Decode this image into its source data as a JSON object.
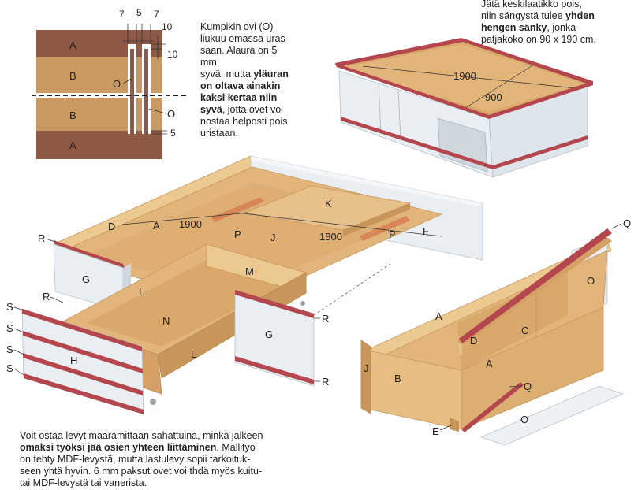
{
  "text_top_middle": {
    "l1": "Kumpikin ovi (O)",
    "l2": "liukuu omassa uras-",
    "l3": "saan. Alaura on 5 mm",
    "l4a": "syvä, mutta ",
    "l4b": "yläuran",
    "l5": "on oltava ainakin",
    "l6": "kaksi kertaa niin",
    "l7a": "syvä",
    "l7b": ", jotta ovet voi",
    "l8": "nostaa helposti pois",
    "l9": "uristaan."
  },
  "text_top_right": {
    "l1": "Jätä keskilaatikko pois,",
    "l2a": "niin sängystä tulee ",
    "l2b": "yhden",
    "l3a": "hengen sänky",
    "l3b": ", jonka",
    "l4": "patjakoko on 90 x 190 cm."
  },
  "text_bottom_left": {
    "l1": "Voit ostaa levyt määrämittaan sahattuina, minkä jälkeen",
    "l2a": "omaksi työksi jää osien yhteen liittäminen",
    "l2b": ". Mallityö",
    "l3": "on tehty MDF-levystä, mutta lastulevy sopii tarkoituk-",
    "l4": "seen yhtä hyvin. 6 mm paksut ovet voi thdä myös kuitu-",
    "l5": "tai MDF-levystä tai vanerista."
  },
  "detail": {
    "dims": [
      "7",
      "5",
      "7",
      "10",
      "10",
      "5"
    ],
    "labels": {
      "a": "A",
      "b": "B",
      "o": "O"
    }
  },
  "single_bed": {
    "length": "1900",
    "width": "900"
  },
  "main_frame": {
    "length": "1900",
    "width": "1800"
  },
  "part_labels": {
    "a": "A",
    "b": "B",
    "c": "C",
    "d": "D",
    "e": "E",
    "f": "F",
    "g": "G",
    "h": "H",
    "j": "J",
    "k": "K",
    "l": "L",
    "m": "M",
    "n": "N",
    "o": "O",
    "p": "P",
    "q": "Q",
    "r": "R",
    "s": "S"
  },
  "colors": {
    "mdf": "#e2b57a",
    "mdf_dark": "#c8965a",
    "mdf_light": "#edc992",
    "white_panel": "#e9eef2",
    "white_panel_dark": "#cfd7de",
    "trim": "#b4464e",
    "trim_light": "#e8a8ac",
    "detail_dark": "#8e5a46",
    "detail_light": "#c89a62"
  }
}
